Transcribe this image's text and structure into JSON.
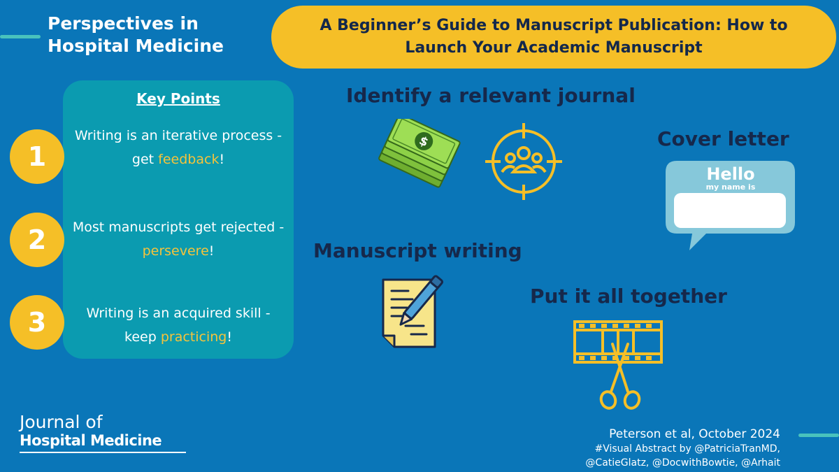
{
  "brand": {
    "title": "Perspectives in Hospital Medicine"
  },
  "header": {
    "title": "A Beginner’s Guide to Manuscript Publication: How to Launch Your Academic Manuscript"
  },
  "key_points": {
    "heading": "Key Points",
    "items": [
      {
        "number": "1",
        "before": "Writing is an iterative process - get ",
        "highlight": "feedback",
        "after": "!"
      },
      {
        "number": "2",
        "before": "Most manuscripts get rejected - ",
        "highlight": "persevere",
        "after": "!"
      },
      {
        "number": "3",
        "before": "Writing is an acquired skill - keep ",
        "highlight": "practicing",
        "after": "!"
      }
    ]
  },
  "sections": {
    "journal": "Identify a relevant journal",
    "cover_letter": "Cover letter",
    "writing": "Manuscript writing",
    "together": "Put it all together"
  },
  "name_tag": {
    "hello": "Hello",
    "my_name": "my name is"
  },
  "footer": {
    "journal_line1": "Journal of",
    "journal_line2": "Hospital Medicine",
    "citation": "Peterson et al, October 2024",
    "credit_line1": "#Visual Abstract by @PatriciaTranMD,",
    "credit_line2": "@CatieGlatz, @DocwithBowtie, @Arhait"
  },
  "icons": {
    "money": "money-icon",
    "target_audience": "target-audience-icon",
    "name_tag": "name-tag-icon",
    "document_pen": "document-pen-icon",
    "film_scissors": "film-scissors-icon"
  },
  "colors": {
    "background": "#0a76b8",
    "accent_yellow": "#f5bf27",
    "panel_teal": "#0b9bb0",
    "dark_navy": "#16284b",
    "line_teal": "#49c2bd"
  }
}
